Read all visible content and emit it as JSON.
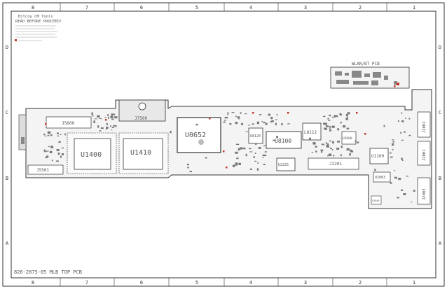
{
  "sheet": {
    "top_columns": [
      "8",
      "7",
      "6",
      "5",
      "4",
      "3",
      "2",
      "1"
    ],
    "bottom_columns": [
      "8",
      "7",
      "6",
      "5",
      "4",
      "3",
      "2",
      "1"
    ],
    "left_rows": [
      "D",
      "C",
      "B",
      "A"
    ],
    "right_rows": [
      "D",
      "C",
      "B",
      "A"
    ],
    "footer_title": "820-2875-05 MLB TOP PCB"
  },
  "notes": {
    "line1": "Bitcoy CM Tools",
    "line2": "READ BEFORE PROCEED!"
  },
  "board": {
    "wlan_label": "WLAN/BT PCB",
    "components": {
      "j5600": "J5600",
      "j7500": "J7500",
      "u0652": "U0652",
      "u8100": "U8100",
      "l8112": "L8112",
      "u1400": "U1400",
      "u1410": "U1410",
      "j5501": "J5501",
      "j2201": "J2201",
      "u1100": "U1100",
      "u8120": "U8120",
      "u2225": "U2225",
      "u2080": "U2080",
      "j2001": "J2001",
      "j2002": "J2002",
      "u2003": "U2003",
      "j2003": "J2003",
      "u2040": "U2040"
    }
  },
  "colors": {
    "board_fill": "#f4f4f4",
    "outline": "#333333",
    "accent_red": "#c0392b",
    "chip_fill": "#ffffff"
  }
}
